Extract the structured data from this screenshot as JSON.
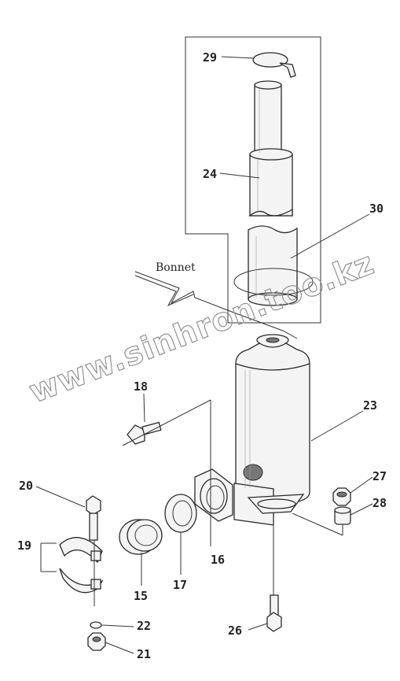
{
  "diagram": {
    "callouts": [
      {
        "id": "29",
        "text": "29"
      },
      {
        "id": "24",
        "text": "24"
      },
      {
        "id": "30",
        "text": "30"
      },
      {
        "id": "18",
        "text": "18"
      },
      {
        "id": "23",
        "text": "23"
      },
      {
        "id": "20",
        "text": "20"
      },
      {
        "id": "19",
        "text": "19"
      },
      {
        "id": "15",
        "text": "15"
      },
      {
        "id": "17",
        "text": "17"
      },
      {
        "id": "16",
        "text": "16"
      },
      {
        "id": "27",
        "text": "27"
      },
      {
        "id": "28",
        "text": "28"
      },
      {
        "id": "22",
        "text": "22"
      },
      {
        "id": "21",
        "text": "21"
      },
      {
        "id": "26",
        "text": "26"
      }
    ],
    "bonnet_label": "Bonnet",
    "watermark": "www.sinhron.too.kz"
  }
}
